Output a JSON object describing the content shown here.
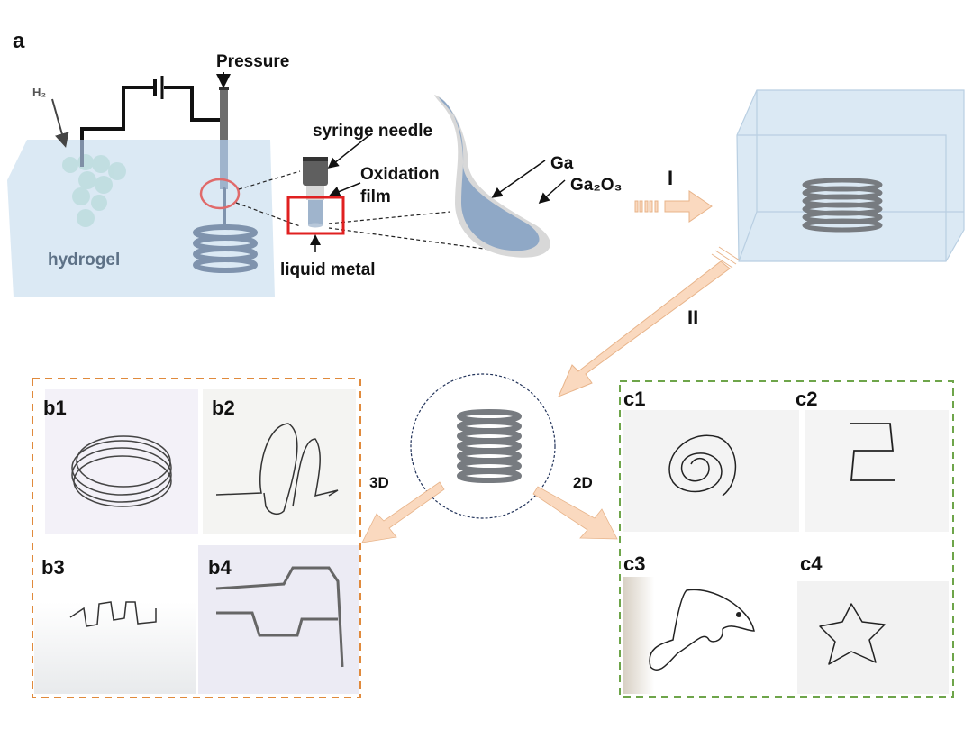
{
  "figure": {
    "panel_label": "a",
    "schematic": {
      "pressure": "Pressure",
      "h2": "H₂",
      "hydrogel": "hydrogel",
      "syringe_needle": "syringe needle",
      "oxidation_film_line1": "Oxidation",
      "oxidation_film_line2": "film",
      "liquid_metal": "liquid metal",
      "ga": "Ga",
      "ga2o3": "Ga₂O₃"
    },
    "steps": {
      "step1": "I",
      "step2": "II",
      "branch_3d": "3D",
      "branch_2d": "2D"
    },
    "panels_3d": [
      "b1",
      "b2",
      "b3",
      "b4"
    ],
    "panels_2d": [
      "c1",
      "c2",
      "c3",
      "c4"
    ],
    "colors": {
      "hydrogel": "#dbe9f4",
      "wire": "#7f8fa6",
      "coil_gray": "#777b80",
      "arrow_fill": "#fad9bf",
      "arrow_stroke": "#e8b48a",
      "box_3d": "#e08a3c",
      "box_2d": "#6ea54a",
      "highlight_red": "#e02020"
    }
  }
}
